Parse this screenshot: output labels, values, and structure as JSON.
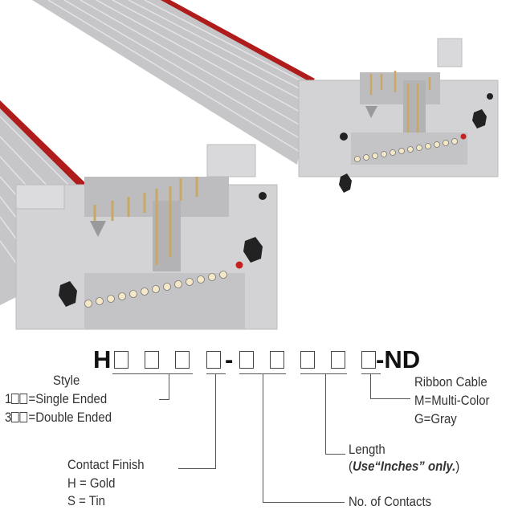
{
  "part_number": {
    "prefix": "H",
    "dash1": "-",
    "suffix": "-ND"
  },
  "legend": {
    "style": {
      "title": "Style",
      "opt1_prefix": "1",
      "opt1_text": "=Single Ended",
      "opt2_prefix": "3",
      "opt2_text": "=Double Ended"
    },
    "contact_finish": {
      "title": "Contact Finish",
      "opt1": "H = Gold",
      "opt2": "S = Tin"
    },
    "contacts": {
      "title": "No. of Contacts"
    },
    "length": {
      "title": "Length",
      "paren_open": "(",
      "note": "Use“Inches” only.",
      "paren_close": ")"
    },
    "ribbon_cable": {
      "title": "Ribbon Cable",
      "opt1": "M=Multi-Color",
      "opt2": "G=Gray"
    }
  },
  "colors": {
    "housing": "#cfcfd1",
    "cable": "#c9c9cb",
    "stripe": "#b01c1c",
    "pin": "#c9a866"
  }
}
